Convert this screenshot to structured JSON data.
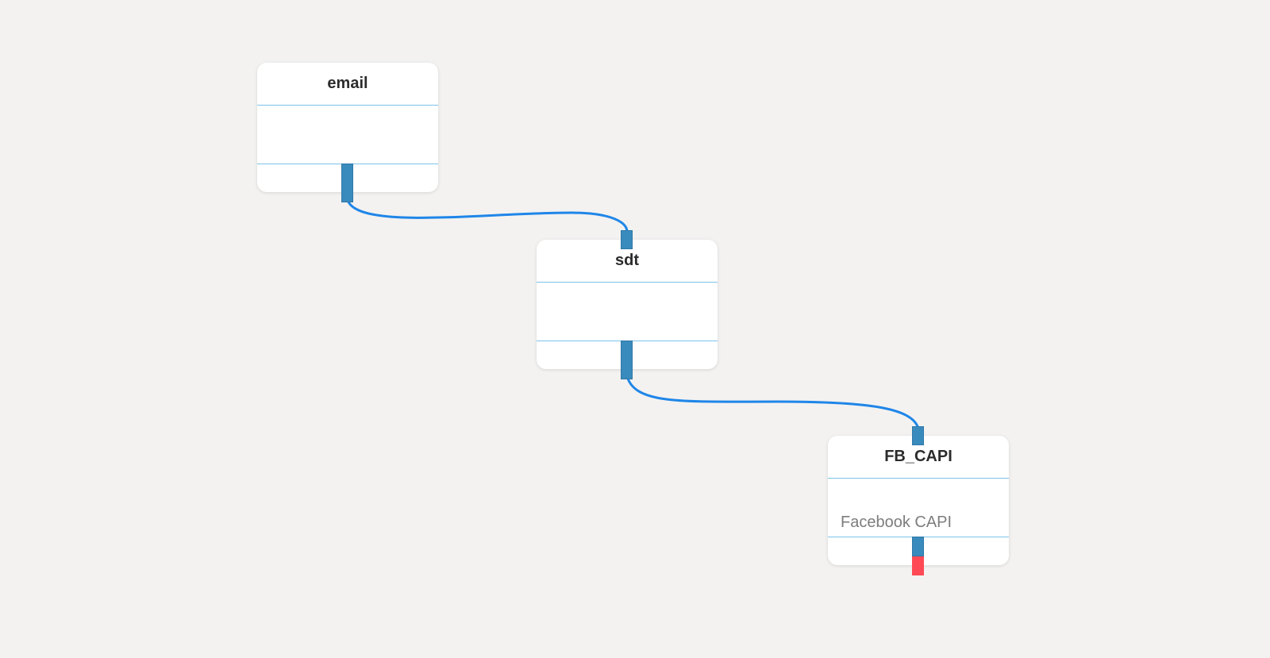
{
  "nodes": [
    {
      "id": "email",
      "title": "email",
      "description": ""
    },
    {
      "id": "sdt",
      "title": "sdt",
      "description": ""
    },
    {
      "id": "fb_capi",
      "title": "FB_CAPI",
      "description": "Facebook CAPI"
    }
  ],
  "connections": [
    {
      "from": "email",
      "to": "sdt"
    },
    {
      "from": "sdt",
      "to": "fb_capi"
    }
  ],
  "colors": {
    "background": "#f3f2f1",
    "connection": "#1f86e8",
    "port": "#3a8bbd",
    "error_port": "#ff4a55",
    "divider": "#7cc3e8"
  }
}
